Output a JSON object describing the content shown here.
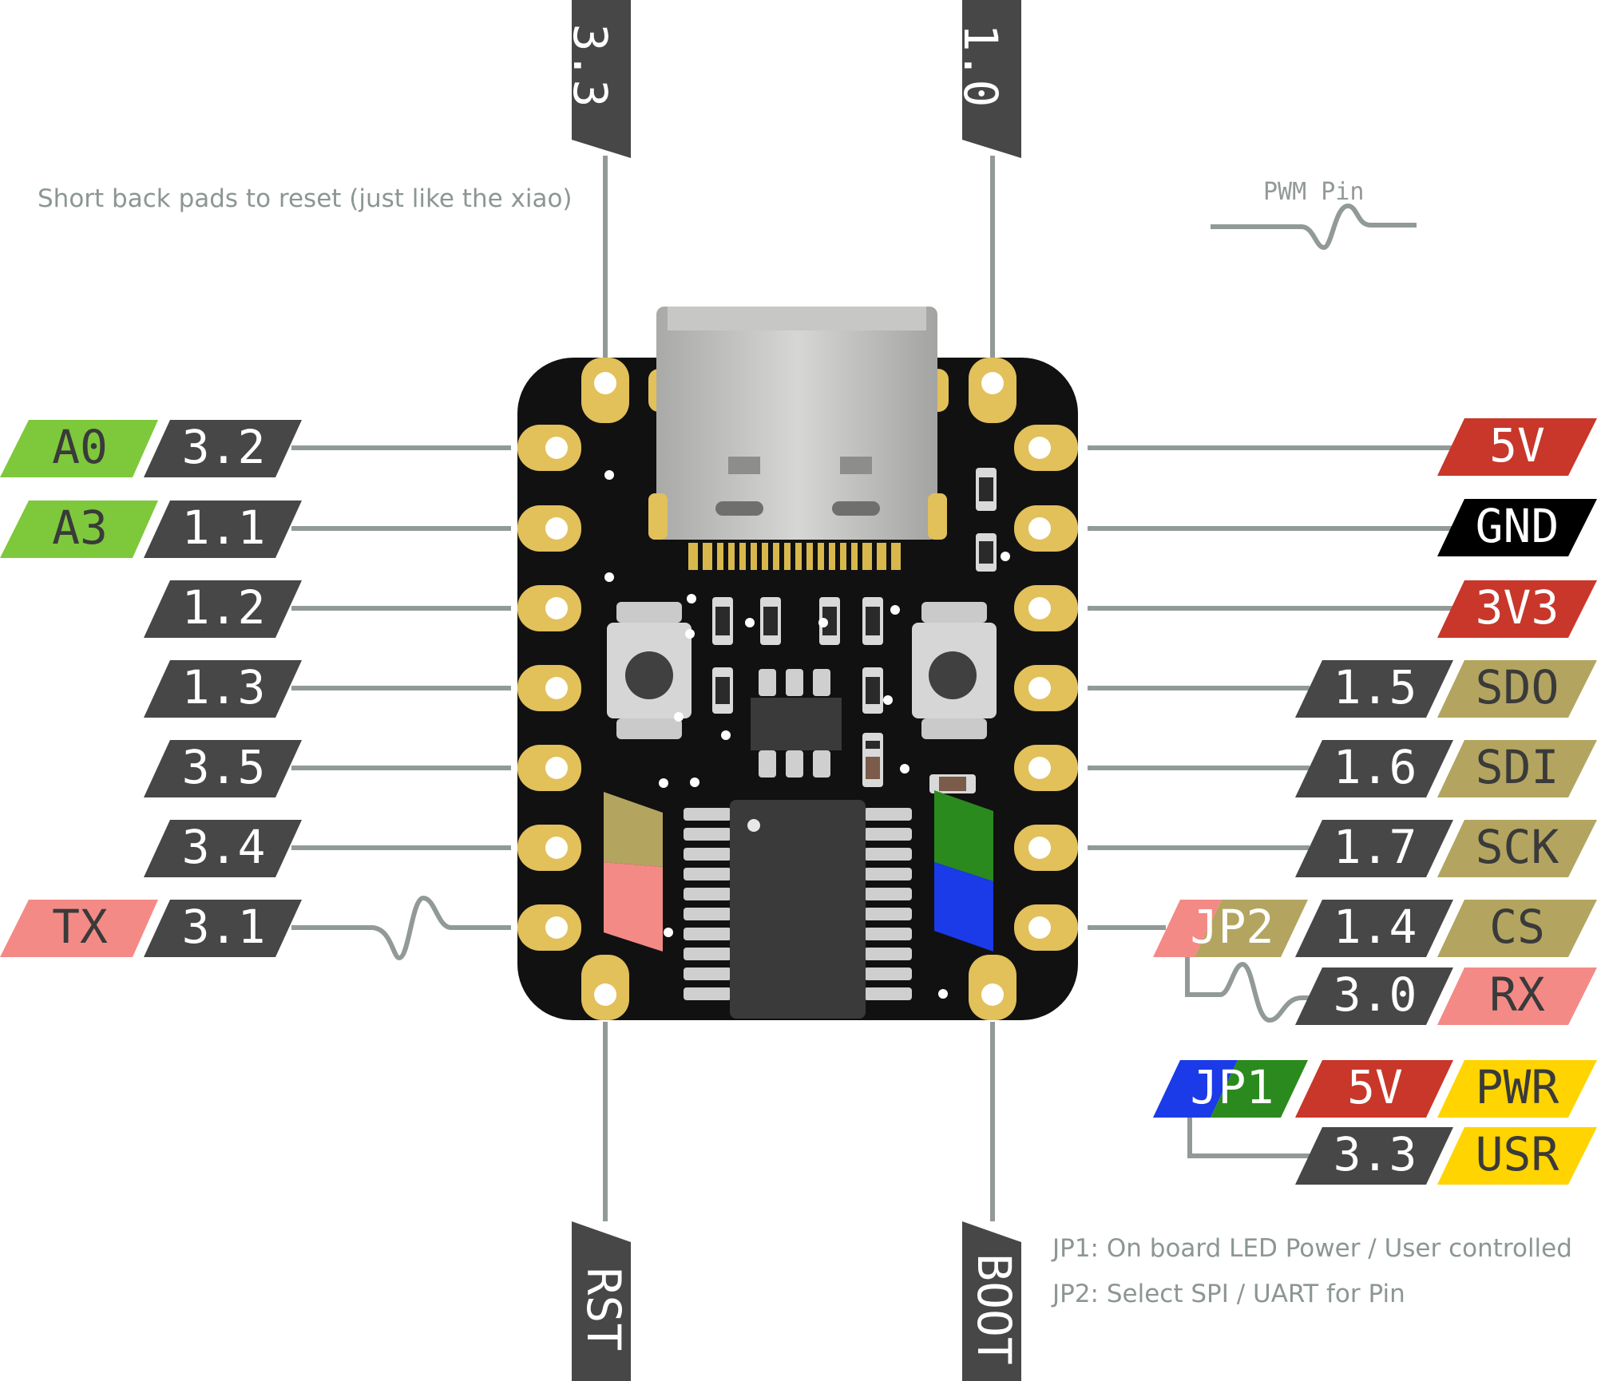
{
  "notes": {
    "reset": "Short back pads to reset (just like the xiao)",
    "legend": "PWM Pin",
    "jp1": "JP1: On board LED Power / User controlled",
    "jp2": "JP2: Select SPI / UART for Pin"
  },
  "top_pins": {
    "left": "3.3",
    "right": "1.0"
  },
  "bottom_pins": {
    "left": "RST",
    "right": "BOOT"
  },
  "left_pins": [
    {
      "pin": "3.2",
      "func": "A0"
    },
    {
      "pin": "1.1",
      "func": "A3"
    },
    {
      "pin": "1.2",
      "func": ""
    },
    {
      "pin": "1.3",
      "func": ""
    },
    {
      "pin": "3.5",
      "func": ""
    },
    {
      "pin": "3.4",
      "func": ""
    },
    {
      "pin": "3.1",
      "func": "TX"
    }
  ],
  "right_pins": [
    {
      "pin": "",
      "func": "5V"
    },
    {
      "pin": "",
      "func": "GND"
    },
    {
      "pin": "",
      "func": "3V3"
    },
    {
      "pin": "1.5",
      "func": "SDO"
    },
    {
      "pin": "1.6",
      "func": "SDI"
    },
    {
      "pin": "1.7",
      "func": "SCK"
    },
    {
      "pin": "1.4",
      "func": "CS"
    }
  ],
  "jumpers": {
    "jp2": {
      "name": "JP2",
      "alt_pin": "3.0",
      "alt_func": "RX"
    },
    "jp1": {
      "name": "JP1",
      "a_pin": "5V",
      "a_func": "PWR",
      "b_pin": "3.3",
      "b_func": "USR"
    }
  },
  "colors": {
    "pin_label": "#474747",
    "analog": "#7ec83c",
    "power": "#c8372a",
    "ground": "#000000",
    "spi": "#b3a560",
    "uart": "#f48a86",
    "led_power": "#ffd400",
    "jp1_blue": "#1b3ae8",
    "jp1_green": "#2b8a1e",
    "board": "#111111",
    "pad_gold": "#e2c05a"
  }
}
